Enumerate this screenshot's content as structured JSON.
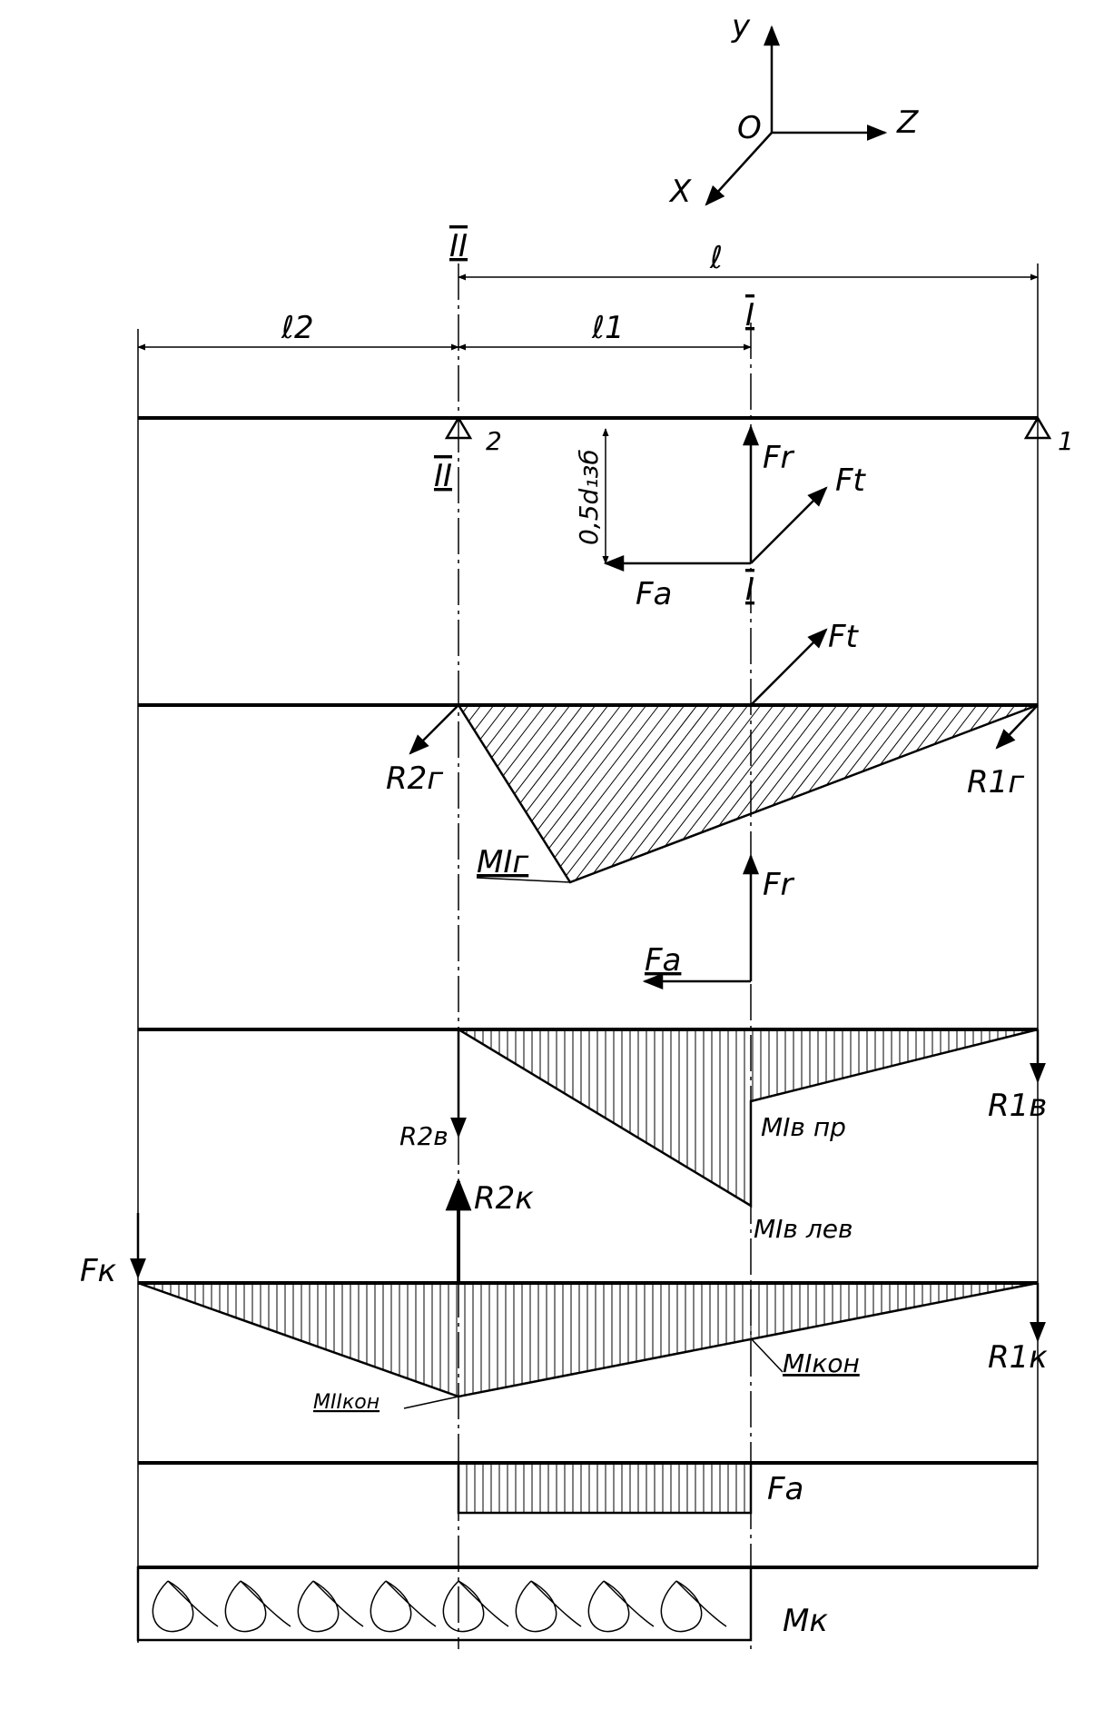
{
  "axes": {
    "y": "y",
    "z": "Z",
    "x": "X",
    "origin": "O"
  },
  "dimensions": {
    "l": "ℓ",
    "l1": "ℓ1",
    "l2": "ℓ2",
    "half_d": "0,5d₁зб"
  },
  "sections": {
    "s1": "I",
    "s2": "II"
  },
  "supports": {
    "s1": "1",
    "s2": "2"
  },
  "forces": {
    "Fr": "Fr",
    "Ft": "Ft",
    "Fa": "Fa",
    "Fk": "Fк",
    "R2g": "R2г",
    "R1g": "R1г",
    "R2v": "R2в",
    "R1v": "R1в",
    "R2k": "R2к",
    "R1k": "R1к",
    "Mk": "Mк"
  },
  "moments": {
    "M_I_g": "MIг",
    "M_I_v_pr": "MIв пр",
    "M_I_v_lev": "MIв лев",
    "M_II_kon": "MIIкон",
    "M_I_kon": "MIкон"
  }
}
